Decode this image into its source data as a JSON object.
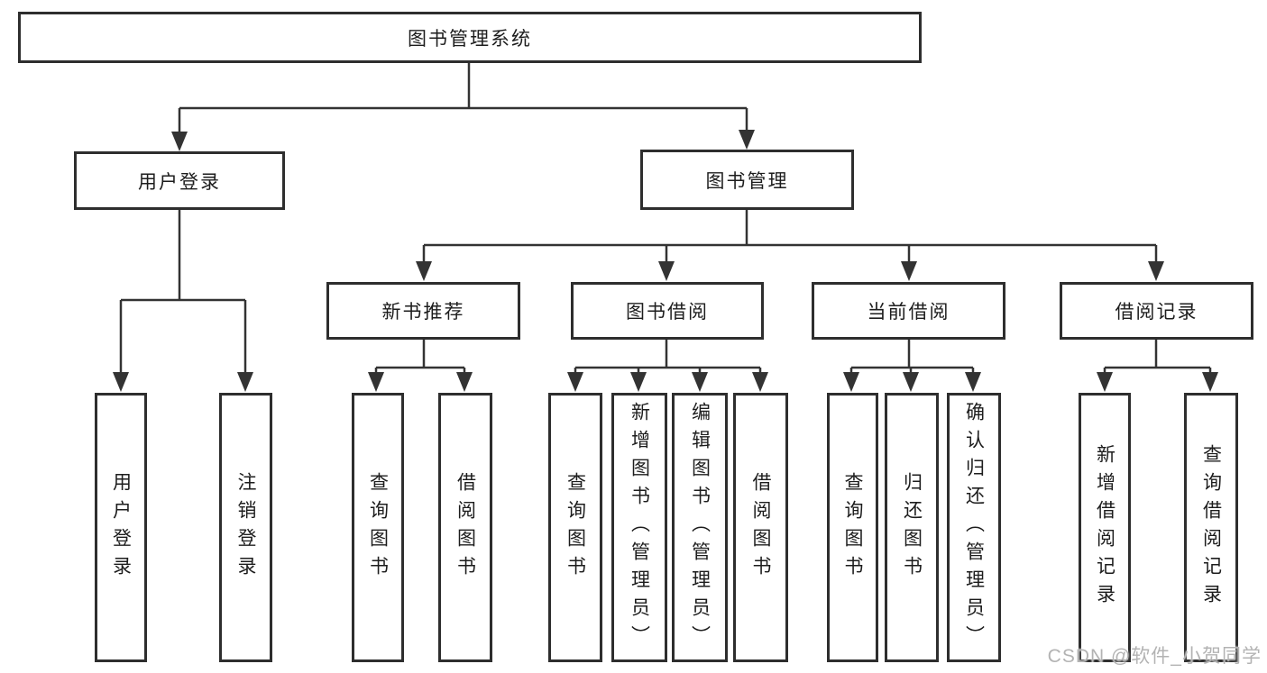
{
  "diagram": {
    "title": "图书管理系统",
    "root": {
      "label": "图书管理系统"
    },
    "level2": [
      {
        "label": "用户登录"
      },
      {
        "label": "图书管理"
      }
    ],
    "level3": [
      {
        "label": "新书推荐"
      },
      {
        "label": "图书借阅"
      },
      {
        "label": "当前借阅"
      },
      {
        "label": "借阅记录"
      }
    ],
    "leaves": [
      {
        "label": "用户登录"
      },
      {
        "label": "注销登录"
      },
      {
        "label": "查询图书"
      },
      {
        "label": "借阅图书"
      },
      {
        "label": "查询图书"
      },
      {
        "label": "新增图书（管理员）"
      },
      {
        "label": "编辑图书（管理员）"
      },
      {
        "label": "借阅图书"
      },
      {
        "label": "查询图书"
      },
      {
        "label": "归还图书"
      },
      {
        "label": "确认归还（管理员）"
      },
      {
        "label": "新增借阅记录"
      },
      {
        "label": "查询借阅记录"
      }
    ]
  },
  "watermark": {
    "text": "CSDN @软件_小贺同学"
  },
  "colors": {
    "line": "#333333",
    "box_border": "#2e2e2e",
    "text": "#1d1d1d",
    "watermark": "#b3b3b3",
    "background": "#ffffff"
  }
}
